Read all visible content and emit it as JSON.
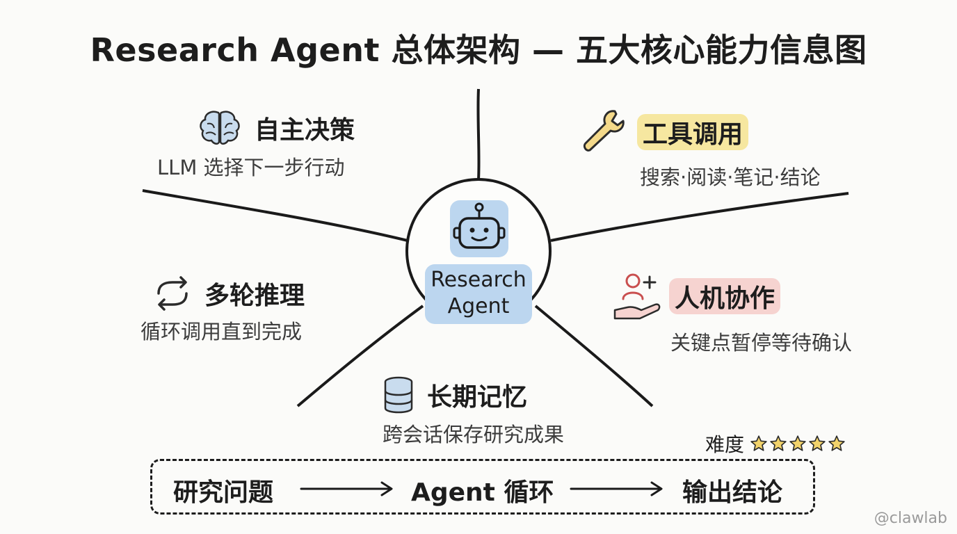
{
  "title": "Research Agent 总体架构 — 五大核心能力信息图",
  "center": {
    "label_line1": "Research",
    "label_line2": "Agent"
  },
  "nodes": {
    "decision": {
      "name": "自主决策",
      "desc": "LLM 选择下一步行动",
      "icon": "brain-icon"
    },
    "tools": {
      "name": "工具调用",
      "desc": "搜索·阅读·笔记·结论",
      "icon": "wrench-icon",
      "highlight": "#f6e7a0"
    },
    "reasoning": {
      "name": "多轮推理",
      "desc": "循环调用直到完成",
      "icon": "loop-arrows-icon"
    },
    "collab": {
      "name": "人机协作",
      "desc": "关键点暂停等待确认",
      "icon": "person-hand-icon",
      "highlight": "#f6d3d0"
    },
    "memory": {
      "name": "长期记忆",
      "desc": "跨会话保存研究成果",
      "icon": "database-icon"
    }
  },
  "flow": {
    "step1": "研究问题",
    "step2": "Agent 循环",
    "step3": "输出结论"
  },
  "difficulty": {
    "label": "难度",
    "stars": 5
  },
  "credit": "@clawlab",
  "colors": {
    "robot_bg": "#bcd6ef",
    "star": "#f2d36b",
    "wrench": "#f4d98a"
  }
}
